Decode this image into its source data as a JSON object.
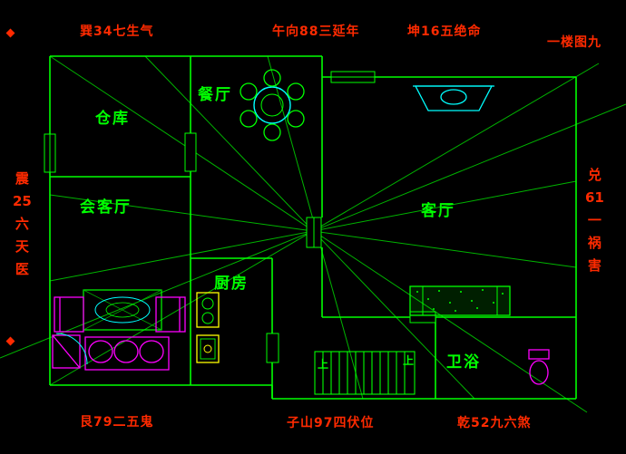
{
  "title": "一楼图九",
  "colors": {
    "background": "#000000",
    "wall": "#00ff00",
    "annotation_red": "#ff2a00",
    "fixture_cyan": "#00ffff",
    "fixture_magenta": "#ff00ff",
    "fixture_yellow": "#ffff00"
  },
  "annotations": {
    "top_left": "巽34七生气",
    "top_center": "午向88三延年",
    "top_right": "坤16五绝命",
    "bottom_left": "艮79二五鬼",
    "bottom_center": "子山97四伏位",
    "bottom_right": "乾52九六煞",
    "left_vertical": [
      "震",
      "25",
      "六",
      "天",
      "医"
    ],
    "right_vertical": [
      "兑",
      "61",
      "一",
      "祸",
      "害"
    ]
  },
  "rooms": {
    "storage": "仓库",
    "dining": "餐厅",
    "reception": "会客厅",
    "living": "客厅",
    "kitchen": "厨房",
    "bath": "卫浴"
  },
  "stairs": {
    "up_left": "上",
    "up_right": "上"
  }
}
